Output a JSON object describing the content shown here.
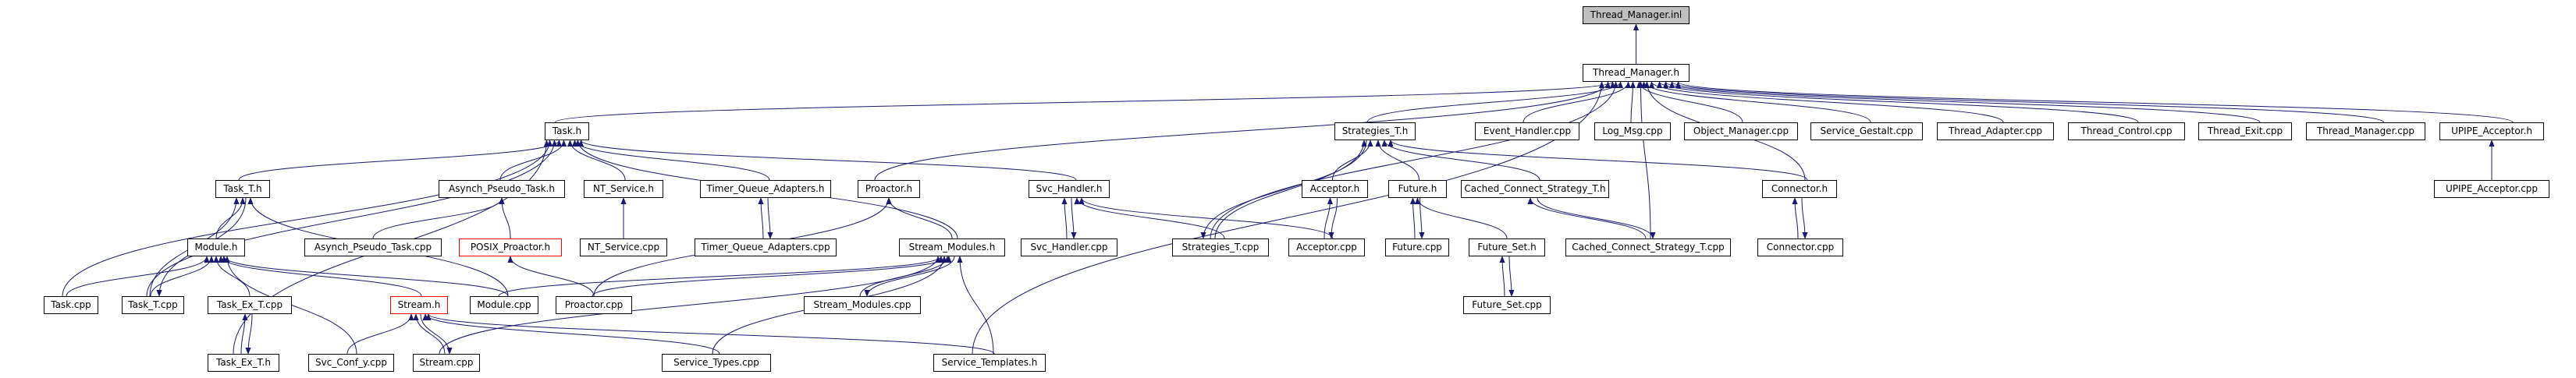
{
  "diagram": {
    "colors": {
      "edge": "#191970",
      "box_border": "#000000",
      "root_fill": "#bfbfbf",
      "truncated_border": "#ff0000"
    },
    "nodes": {
      "thread_manager_inl": "Thread_Manager.inl",
      "thread_manager_h": "Thread_Manager.h",
      "task_h": "Task.h",
      "strategies_t_h": "Strategies_T.h",
      "event_handler_cpp": "Event_Handler.cpp",
      "log_msg_cpp": "Log_Msg.cpp",
      "object_manager_cpp": "Object_Manager.cpp",
      "service_gestalt_cpp": "Service_Gestalt.cpp",
      "thread_adapter_cpp": "Thread_Adapter.cpp",
      "thread_control_cpp": "Thread_Control.cpp",
      "thread_exit_cpp": "Thread_Exit.cpp",
      "thread_manager_cpp": "Thread_Manager.cpp",
      "upipe_acceptor_h": "UPIPE_Acceptor.h",
      "upipe_acceptor_cpp": "UPIPE_Acceptor.cpp",
      "task_t_h": "Task_T.h",
      "asynch_pseudo_task_h": "Asynch_Pseudo_Task.h",
      "nt_service_h": "NT_Service.h",
      "timer_queue_adapters_h": "Timer_Queue_Adapters.h",
      "proactor_h": "Proactor.h",
      "svc_handler_h": "Svc_Handler.h",
      "acceptor_h": "Acceptor.h",
      "future_h": "Future.h",
      "cached_connect_strategy_t_h": "Cached_Connect_Strategy_T.h",
      "connector_h": "Connector.h",
      "asynch_pseudo_task_cpp": "Asynch_Pseudo_Task.cpp",
      "posix_proactor_h": "POSIX_Proactor.h",
      "nt_service_cpp": "NT_Service.cpp",
      "timer_queue_adapters_cpp": "Timer_Queue_Adapters.cpp",
      "svc_handler_cpp": "Svc_Handler.cpp",
      "strategies_t_cpp": "Strategies_T.cpp",
      "acceptor_cpp": "Acceptor.cpp",
      "future_cpp": "Future.cpp",
      "future_set_h": "Future_Set.h",
      "cached_connect_strategy_t_cpp": "Cached_Connect_Strategy_T.cpp",
      "connector_cpp": "Connector.cpp",
      "module_h": "Module.h",
      "stream_modules_h": "Stream_Modules.h",
      "task_cpp": "Task.cpp",
      "task_t_cpp": "Task_T.cpp",
      "task_ex_t_cpp": "Task_Ex_T.cpp",
      "stream_h": "Stream.h",
      "module_cpp": "Module.cpp",
      "proactor_cpp": "Proactor.cpp",
      "stream_modules_cpp": "Stream_Modules.cpp",
      "future_set_cpp": "Future_Set.cpp",
      "task_ex_t_h": "Task_Ex_T.h",
      "svc_conf_y_cpp": "Svc_Conf_y.cpp",
      "stream_cpp": "Stream.cpp",
      "service_types_cpp": "Service_Types.cpp",
      "service_templates_h": "Service_Templates.h"
    }
  }
}
